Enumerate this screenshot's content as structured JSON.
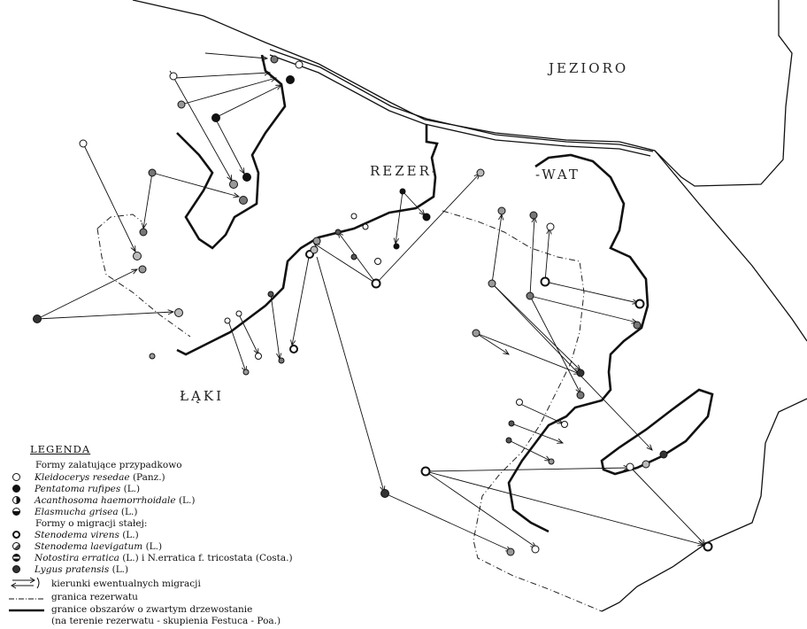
{
  "labels": {
    "lake": "JEZIORO",
    "reserve_left": "REZER-",
    "reserve_right": "-WAT",
    "meadows": "ŁĄKI"
  },
  "legend": {
    "title": "LEGENDA",
    "group1_heading": "Formy zalatujące przypadkowo",
    "group1": [
      {
        "name": "Kleidocerys resedae",
        "author": " (Panz.)",
        "symbol": "open"
      },
      {
        "name": "Pentatoma rufipes",
        "author": " (L.)",
        "symbol": "filled"
      },
      {
        "name": "Acanthosoma haemorrhoidale",
        "author": " (L.)",
        "symbol": "half-vertical"
      },
      {
        "name": "Elasmucha grisea",
        "author": " (L.)",
        "symbol": "half-horizontal"
      }
    ],
    "group2_heading": "Formy o migracji stałej:",
    "group2": [
      {
        "name": "Stenodema virens",
        "author": " (L.)",
        "symbol": "ring"
      },
      {
        "name": "Stenodema laevigatum",
        "author": " (L.)",
        "symbol": "quarter"
      },
      {
        "name": "Notostira erratica",
        "author": " (L.) i N.erratica f. tricostata (Costa.)",
        "symbol": "band"
      },
      {
        "name": "Lygus pratensis",
        "author": " (L.)",
        "symbol": "dark"
      }
    ],
    "arrows_label": "kierunki ewentualnych migracji",
    "reserve_border_label": "granica rezerwatu",
    "forest_border_label": "granice obszarów o zwartym drzewostanie",
    "forest_border_note": "(na terenie rezerwatu - skupienia Festuca - Poa.)"
  }
}
